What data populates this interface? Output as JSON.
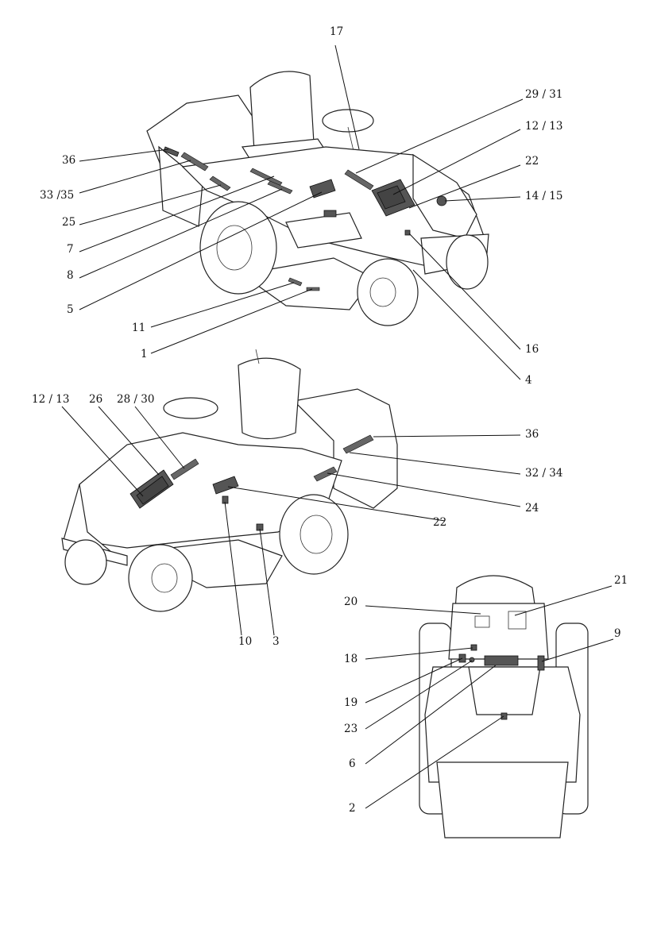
{
  "labels": {
    "l17": "17",
    "l29_31": "29 / 31",
    "l12_13_top": "12 / 13",
    "l22_top": "22",
    "l14_15": "14 / 15",
    "l36_top": "36",
    "l33_35": "33 /35",
    "l25": "25",
    "l7": "7",
    "l8": "8",
    "l5": "5",
    "l11": "11",
    "l1": "1",
    "l16": "16",
    "l4": "4",
    "l12_13_mid": "12  / 13",
    "l26": "26",
    "l28_30": "28 / 30",
    "l36_mid": "36",
    "l32_34": "32 / 34",
    "l24": "24",
    "l22_mid": "22",
    "l10": "10",
    "l3": "3",
    "l21": "21",
    "l20": "20",
    "l9": "9",
    "l18": "18",
    "l19": "19",
    "l23": "23",
    "l6": "6",
    "l2": "2"
  }
}
